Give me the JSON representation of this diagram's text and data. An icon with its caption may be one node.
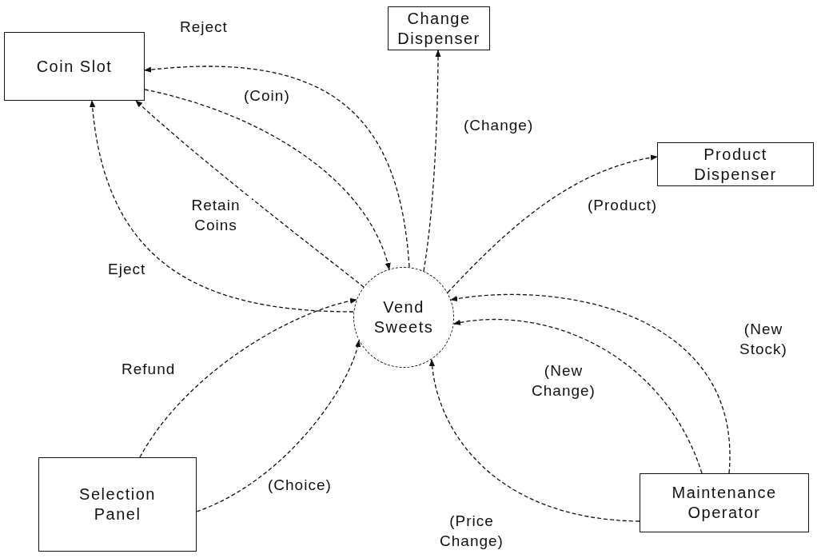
{
  "diagram": {
    "nodes": [
      {
        "text": [
          "Coin Slot"
        ]
      },
      {
        "text": [
          "Change Dispenser"
        ]
      },
      {
        "text": [
          "Product Dispenser"
        ]
      },
      {
        "text": [
          "Vend Sweets"
        ]
      },
      {
        "text": [
          "Selection Panel"
        ]
      },
      {
        "text": [
          "Maintenance Operator"
        ]
      }
    ],
    "edges": [
      {
        "from": 3,
        "to": 0,
        "arrow": "to",
        "label": "Reject",
        "style": "dashed"
      },
      {
        "from": 0,
        "to": 3,
        "arrow": "to",
        "label": "(Coin)",
        "style": "dashed"
      },
      {
        "from": 3,
        "to": 0,
        "arrow": "to",
        "label": "Retain Coins",
        "style": "dashed"
      },
      {
        "from": 3,
        "to": 0,
        "arrow": "to",
        "label": "Eject",
        "style": "dashed"
      },
      {
        "from": 3,
        "to": 1,
        "arrow": "to",
        "label": "(Change)",
        "style": "dashed"
      },
      {
        "from": 3,
        "to": 2,
        "arrow": "to",
        "label": "(Product)",
        "style": "dashed"
      },
      {
        "from": 4,
        "to": 3,
        "arrow": "to",
        "label": "Refund",
        "style": "dashed"
      },
      {
        "from": 4,
        "to": 3,
        "arrow": "to",
        "label": "(Choice)",
        "style": "dashed"
      },
      {
        "from": 5,
        "to": 3,
        "arrow": "to",
        "label": "(New Stock)",
        "style": "dashed"
      },
      {
        "from": 5,
        "to": 3,
        "arrow": "to",
        "label": "(New Change)",
        "style": "dashed"
      },
      {
        "from": 5,
        "to": 3,
        "arrow": "to",
        "label": "(Price Change)",
        "style": "dashed"
      }
    ]
  }
}
